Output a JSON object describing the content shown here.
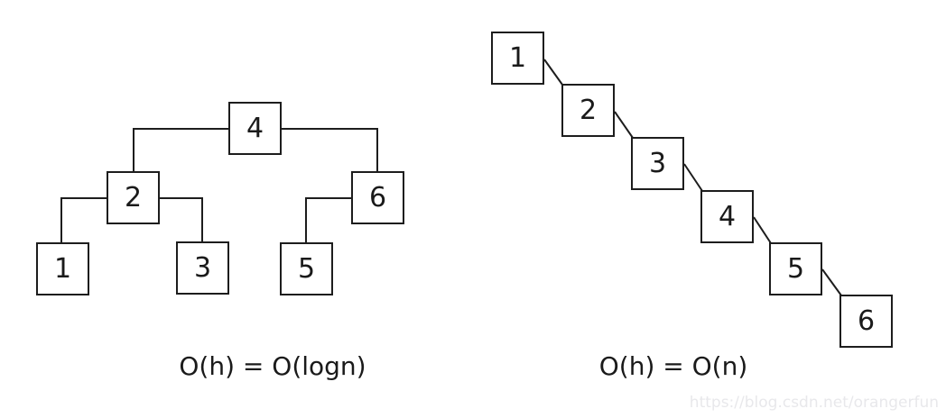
{
  "figure": {
    "background_color": "#ffffff",
    "line_color": "#1d1d1d",
    "text_color": "#1a1a1a",
    "watermark_color": "#e8e8eb"
  },
  "left_tree": {
    "caption": "O(h) = O(logn)",
    "nodes": [
      {
        "label": "4"
      },
      {
        "label": "2"
      },
      {
        "label": "6"
      },
      {
        "label": "1"
      },
      {
        "label": "3"
      },
      {
        "label": "5"
      }
    ],
    "edges": [
      {
        "from": "4",
        "to": "2"
      },
      {
        "from": "4",
        "to": "6"
      },
      {
        "from": "2",
        "to": "1"
      },
      {
        "from": "2",
        "to": "3"
      },
      {
        "from": "6",
        "to": "5"
      }
    ]
  },
  "right_tree": {
    "caption": "O(h) = O(n)",
    "nodes": [
      {
        "label": "1"
      },
      {
        "label": "2"
      },
      {
        "label": "3"
      },
      {
        "label": "4"
      },
      {
        "label": "5"
      },
      {
        "label": "6"
      }
    ],
    "edges": [
      {
        "from": "1",
        "to": "2"
      },
      {
        "from": "2",
        "to": "3"
      },
      {
        "from": "3",
        "to": "4"
      },
      {
        "from": "4",
        "to": "5"
      },
      {
        "from": "5",
        "to": "6"
      }
    ]
  },
  "watermark": "https://blog.csdn.net/orangerfun"
}
